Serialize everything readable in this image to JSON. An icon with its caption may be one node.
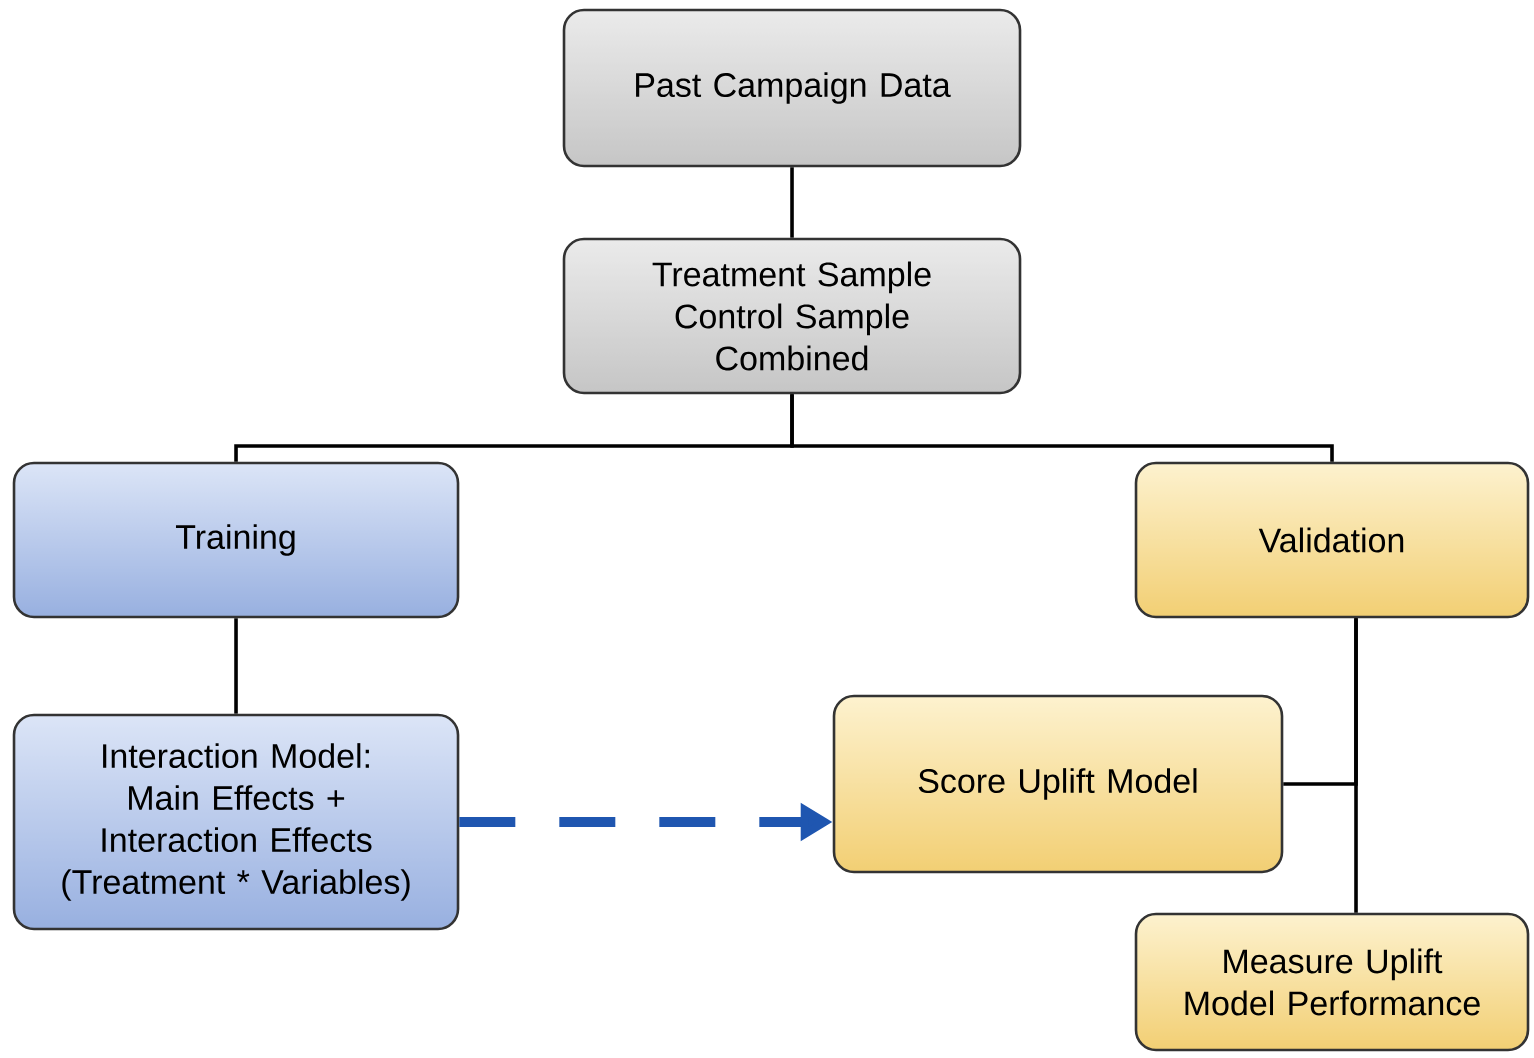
{
  "diagram": {
    "nodes": [
      {
        "text": [
          "Past Campaign Data"
        ]
      },
      {
        "text": [
          "Treatment Sample Control Sample Combined"
        ]
      },
      {
        "text": [
          "Training"
        ]
      },
      {
        "text": [
          "Validation"
        ]
      },
      {
        "text": [
          "Interaction Model: Main Effects + Interaction Effects (Treatment * Variables)"
        ]
      },
      {
        "text": [
          "Score Uplift Model"
        ]
      },
      {
        "text": [
          "Measure Uplift Model Performance"
        ]
      }
    ],
    "edges": [
      {
        "from": 0,
        "to": 1,
        "arrow": "none"
      },
      {
        "from": 1,
        "to": 2,
        "arrow": "none"
      },
      {
        "from": 1,
        "to": 3,
        "arrow": "none"
      },
      {
        "from": 2,
        "to": 4,
        "arrow": "none"
      },
      {
        "from": 4,
        "to": 5,
        "arrow": "to",
        "style": "dashed",
        "color": "#1f56b0"
      },
      {
        "from": 3,
        "to": 5,
        "arrow": "none"
      },
      {
        "from": 3,
        "to": 6,
        "arrow": "none"
      }
    ]
  }
}
